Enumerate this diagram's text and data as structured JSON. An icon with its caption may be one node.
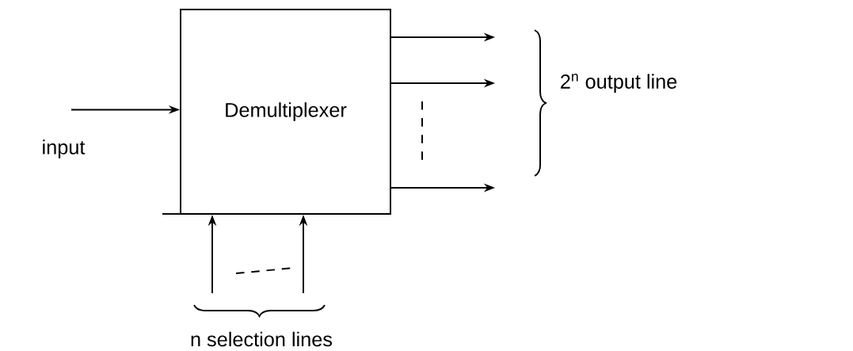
{
  "diagram": {
    "nodes": [
      {
        "text": [
          "Demultiplexer"
        ]
      },
      {
        "text": [
          "input"
        ]
      }
    ],
    "edges": [
      {
        "from": 1,
        "to": 0,
        "arrow": "to"
      },
      {
        "from": 0,
        "to": null,
        "arrow": "to"
      },
      {
        "from": 0,
        "to": null,
        "arrow": "to"
      },
      {
        "from": 0,
        "to": null,
        "arrow": "to"
      },
      {
        "from": null,
        "to": 0,
        "arrow": "to"
      },
      {
        "from": null,
        "to": 0,
        "arrow": "to"
      }
    ],
    "labels": [
      "2$^{n}$ output line",
      "n selection lines"
    ]
  }
}
